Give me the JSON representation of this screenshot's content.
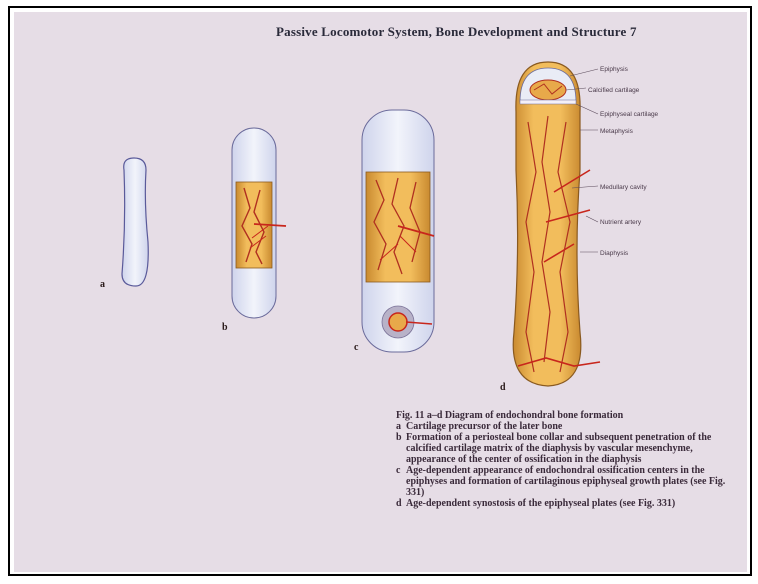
{
  "header": {
    "title": "Passive Locomotor System, Bone Development and Structure  7"
  },
  "panels": [
    {
      "letter": "a"
    },
    {
      "letter": "b"
    },
    {
      "letter": "c"
    },
    {
      "letter": "d"
    }
  ],
  "callouts": [
    "Epiphysis",
    "Calcified cartilage",
    "Epiphyseal cartilage",
    "Metaphysis",
    "Medullary cavity",
    "Nutrient artery",
    "Diaphysis"
  ],
  "caption": {
    "title": "Fig. 11 a–d   Diagram of endochondral bone formation",
    "items": [
      {
        "key": "a",
        "text": "Cartilage precursor of the later bone"
      },
      {
        "key": "b",
        "text": "Formation of a periosteal bone collar and subsequent penetration of the calcified cartilage matrix of the diaphysis by vascular mesenchyme, appearance of the center of ossification in the diaphysis"
      },
      {
        "key": "c",
        "text": "Age-dependent appearance of endochondral ossification centers in the epiphyses and formation of cartilaginous epiphyseal growth plates (see Fig. 331)"
      },
      {
        "key": "d",
        "text": "Age-dependent synostosis of the epiphyseal plates (see Fig. 331)"
      }
    ]
  },
  "colors": {
    "background": "#e6dde6",
    "cartilage": "#e9ecf6",
    "bone": "#e8a94a",
    "artery": "#c8261c"
  }
}
